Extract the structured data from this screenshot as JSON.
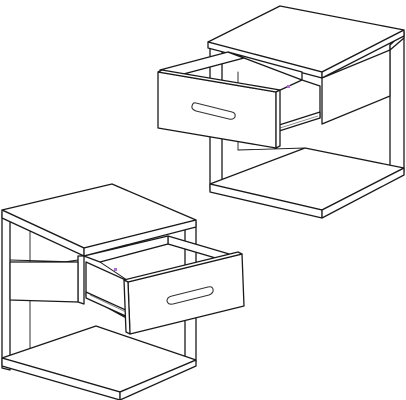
{
  "diagram": {
    "colors": {
      "line": "#1a1a1a",
      "background": "#ffffff",
      "marker": "#b06ad6"
    },
    "figures": [
      {
        "name": "nightstand-top-right",
        "drawer_state": "open"
      },
      {
        "name": "nightstand-bottom-left",
        "drawer_state": "open"
      }
    ]
  }
}
